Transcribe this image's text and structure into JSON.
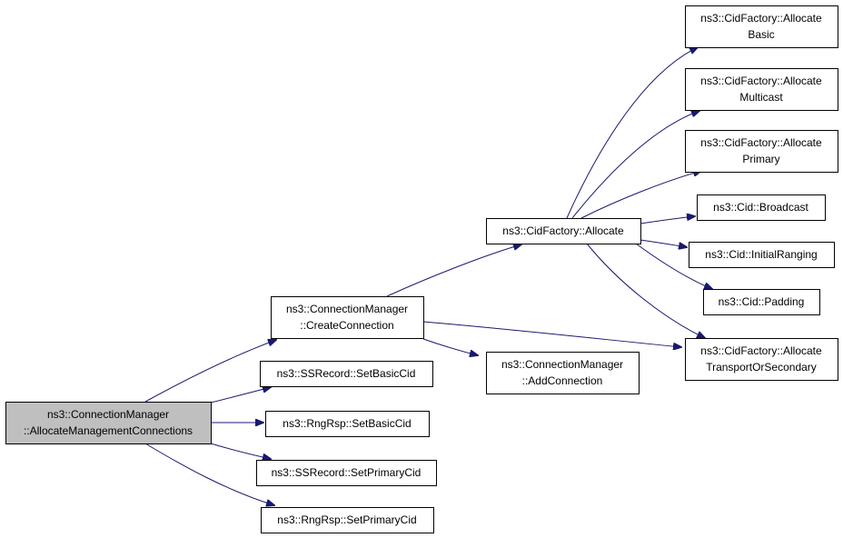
{
  "nodes": {
    "allocate_management": {
      "lines": [
        "ns3::ConnectionManager",
        "::AllocateManagementConnections"
      ],
      "root": true
    },
    "create_connection": {
      "lines": [
        "ns3::ConnectionManager",
        "::CreateConnection"
      ]
    },
    "ssrecord_setbasiccid": {
      "lines": [
        "ns3::SSRecord::SetBasicCid"
      ]
    },
    "rngrsp_setbasiccid": {
      "lines": [
        "ns3::RngRsp::SetBasicCid"
      ]
    },
    "ssrecord_setprimarycid": {
      "lines": [
        "ns3::SSRecord::SetPrimaryCid"
      ]
    },
    "rngrsp_setprimarycid": {
      "lines": [
        "ns3::RngRsp::SetPrimaryCid"
      ]
    },
    "cidfactory_allocate": {
      "lines": [
        "ns3::CidFactory::Allocate"
      ]
    },
    "add_connection": {
      "lines": [
        "ns3::ConnectionManager",
        "::AddConnection"
      ]
    },
    "allocate_transport": {
      "lines": [
        "ns3::CidFactory::Allocate",
        "TransportOrSecondary"
      ]
    },
    "allocate_basic": {
      "lines": [
        "ns3::CidFactory::Allocate",
        "Basic"
      ]
    },
    "allocate_multicast": {
      "lines": [
        "ns3::CidFactory::Allocate",
        "Multicast"
      ]
    },
    "allocate_primary": {
      "lines": [
        "ns3::CidFactory::Allocate",
        "Primary"
      ]
    },
    "cid_broadcast": {
      "lines": [
        "ns3::Cid::Broadcast"
      ]
    },
    "cid_initialranging": {
      "lines": [
        "ns3::Cid::InitialRanging"
      ]
    },
    "cid_padding": {
      "lines": [
        "ns3::Cid::Padding"
      ]
    }
  },
  "edges": [
    [
      "allocate_management",
      "create_connection"
    ],
    [
      "allocate_management",
      "ssrecord_setbasiccid"
    ],
    [
      "allocate_management",
      "rngrsp_setbasiccid"
    ],
    [
      "allocate_management",
      "ssrecord_setprimarycid"
    ],
    [
      "allocate_management",
      "rngrsp_setprimarycid"
    ],
    [
      "create_connection",
      "cidfactory_allocate"
    ],
    [
      "create_connection",
      "add_connection"
    ],
    [
      "create_connection",
      "allocate_transport"
    ],
    [
      "cidfactory_allocate",
      "allocate_basic"
    ],
    [
      "cidfactory_allocate",
      "allocate_multicast"
    ],
    [
      "cidfactory_allocate",
      "allocate_primary"
    ],
    [
      "cidfactory_allocate",
      "cid_broadcast"
    ],
    [
      "cidfactory_allocate",
      "cid_initialranging"
    ],
    [
      "cidfactory_allocate",
      "cid_padding"
    ],
    [
      "cidfactory_allocate",
      "allocate_transport"
    ]
  ],
  "colors": {
    "edge": "#191970",
    "node_fill": "#ffffff",
    "root_fill": "#bfbfbf",
    "border": "#000000"
  }
}
